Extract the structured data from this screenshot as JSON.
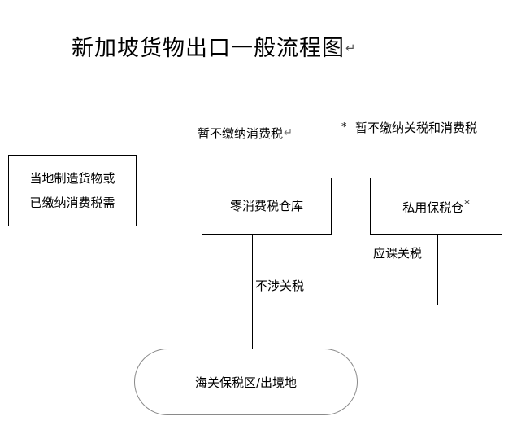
{
  "diagram": {
    "title": "新加坡货物出口一般流程图",
    "pilcrow": "↵",
    "nodes": {
      "local_goods": {
        "line1": "当地制造货物或",
        "line2": "已缴纳消费税需"
      },
      "zero_gst_warehouse": {
        "label": "零消费税仓库"
      },
      "private_bonded_warehouse": {
        "label": "私用保税仓",
        "footnote_marker": "*"
      },
      "terminal": {
        "label": "海关保税区/出境地"
      }
    },
    "edge_labels": {
      "gst_deferred": "暂不缴纳消费税",
      "dutiable": "应课关税",
      "no_duty": "不涉关税"
    },
    "notes": {
      "star_marker": "*",
      "duty_and_gst_deferred": "暂不缴纳关税和消费税"
    },
    "colors": {
      "box_border": "#000000",
      "terminal_border": "#8a8a8a",
      "connector": "#000000",
      "text": "#000000",
      "background": "#ffffff"
    }
  }
}
